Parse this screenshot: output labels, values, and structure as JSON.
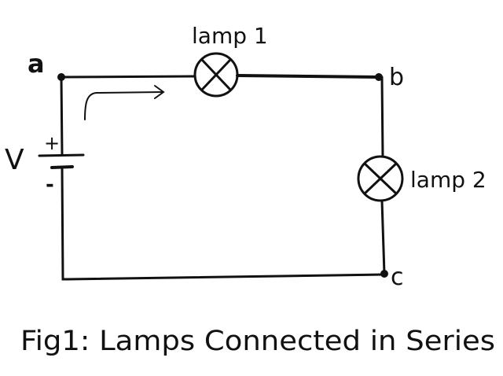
{
  "nodes": {
    "a": "a",
    "b": "b",
    "c": "c"
  },
  "lamps": [
    {
      "label": "lamp 1"
    },
    {
      "label": "lamp 2"
    }
  ],
  "battery": {
    "label": "V",
    "plus": "+",
    "minus": "-"
  },
  "caption": "Fig1: Lamps Connected in Series"
}
